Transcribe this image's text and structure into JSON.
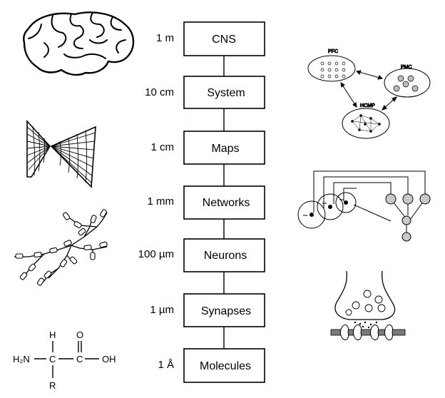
{
  "levels": [
    {
      "label": "CNS",
      "scale": "1 m"
    },
    {
      "label": "System",
      "scale": "10 cm"
    },
    {
      "label": "Maps",
      "scale": "1 cm"
    },
    {
      "label": "Networks",
      "scale": "1 mm"
    },
    {
      "label": "Neurons",
      "scale": "100 µm"
    },
    {
      "label": "Synapses",
      "scale": "1 µm"
    },
    {
      "label": "Molecules",
      "scale": "1 Å"
    }
  ],
  "system_diagram": {
    "pfc": "PFC",
    "pmc": "PMC",
    "hcmp": "HCMP"
  },
  "molecule": {
    "h_top": "H",
    "o_top": "O",
    "h2n": "H₂N",
    "c_alpha": "C",
    "c_carbonyl": "C",
    "oh": "OH",
    "r": "R"
  },
  "icons": [
    "brain-icon",
    "topographic-map-icon",
    "dendrite-icon",
    "amino-acid-icon",
    "system-diagram-icon",
    "network-icon",
    "synapse-icon"
  ]
}
